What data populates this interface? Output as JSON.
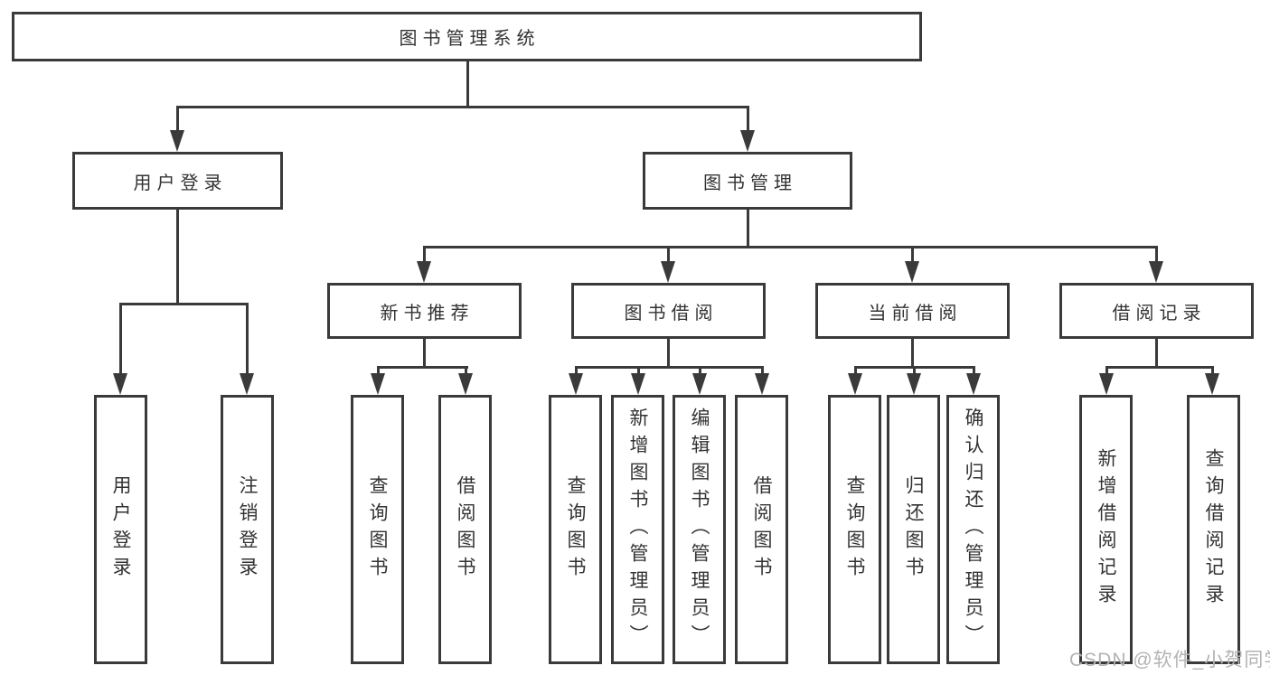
{
  "tree": {
    "root": {
      "label": "图书管理系统"
    },
    "level2": [
      {
        "label": "用户登录",
        "children": [
          "用户登录",
          "注销登录"
        ]
      },
      {
        "label": "图书管理"
      }
    ],
    "level3": [
      {
        "label": "新书推荐",
        "children": [
          "查询图书",
          "借阅图书"
        ]
      },
      {
        "label": "图书借阅",
        "children": [
          "查询图书",
          "新增图书（管理员）",
          "编辑图书（管理员）",
          "借阅图书"
        ]
      },
      {
        "label": "当前借阅",
        "children": [
          "查询图书",
          "归还图书",
          "确认归还（管理员）"
        ]
      },
      {
        "label": "借阅记录",
        "children": [
          "新增借阅记录",
          "查询借阅记录"
        ]
      }
    ]
  },
  "watermark": "CSDN @软件_小贺同学",
  "colors": {
    "line": "#3a3a3a",
    "text": "#333333",
    "watermark": "#b3b3b3",
    "background": "#ffffff"
  }
}
